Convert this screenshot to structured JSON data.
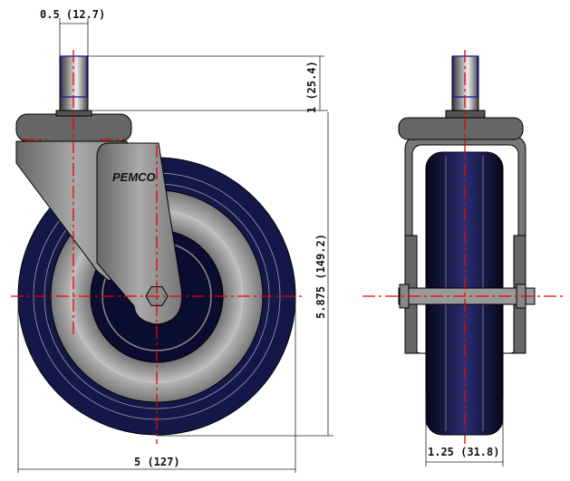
{
  "drawing": {
    "brand": "PEMCO",
    "dimensions": {
      "stem_diameter": "0.5 (12.7)",
      "stem_length": "1 (25.4)",
      "overall_height": "5.875 (149.2)",
      "wheel_diameter": "5 (127)",
      "wheel_width": "1.25 (31.8)"
    }
  },
  "colors": {
    "tire": "#141848",
    "metal": "#8a8a8a",
    "centerline": "#ee0000",
    "thread": "#1a1aa0"
  }
}
